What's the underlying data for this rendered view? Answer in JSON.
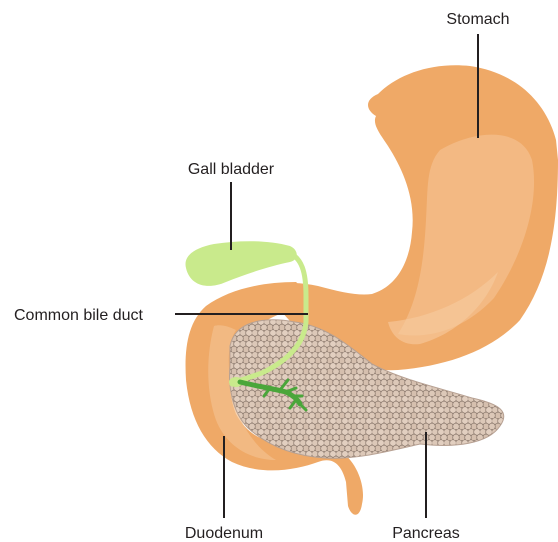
{
  "labels": {
    "stomach": "Stomach",
    "gall_bladder": "Gall bladder",
    "common_bile_duct": "Common bile duct",
    "duodenum": "Duodenum",
    "pancreas": "Pancreas"
  },
  "colors": {
    "organ": "#efa967",
    "organ_highlight": "#f4c08e",
    "gall_bladder": "#c9ea8c",
    "bile_duct": "#c9ea8c",
    "pancreatic_duct": "#4aa63a",
    "pancreas_cell": "#d8c3b3",
    "pancreas_outline": "#8c7a6e",
    "leader_line": "#231f20"
  }
}
